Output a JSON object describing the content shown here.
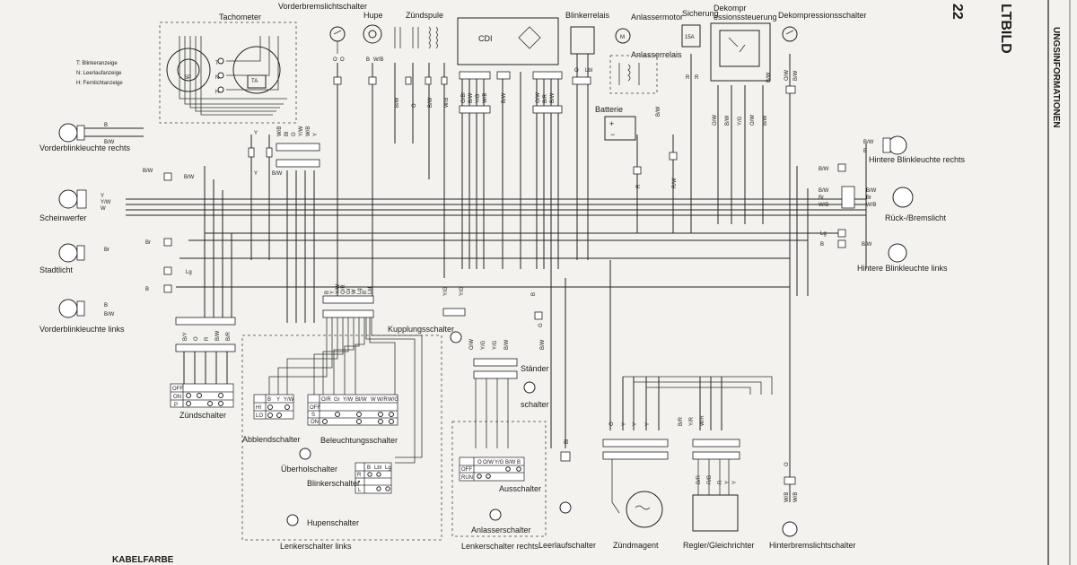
{
  "page": {
    "title_fragment": "LTBILD",
    "page_number": "22",
    "side_header": "UNGSINFORMATIONEN",
    "footer_heading": "KABELFARBE"
  },
  "components": {
    "tachometer": "Tachometer",
    "vorderbremslichtschalter": "Vorderbremslichtschalter",
    "hupe": "Hupe",
    "zuendspule": "Zündspule",
    "blinkerrelais": "Blinkerrelais",
    "anlassermotor": "Anlassermotor",
    "sicherung": "Sicherung",
    "dekompr_steuerung": [
      "Dekompr",
      "essionssteuerung"
    ],
    "dekompressionsschalter": "Dekompressionsschalter",
    "anlasserrelais": "Anlasserrelais",
    "batterie": "Batterie",
    "cdi": "CDI",
    "fuse_rating": "15A",
    "vorderblinkleuchte_rechts": "Vorderblinkleuchte rechts",
    "scheinwerfer": "Scheinwerfer",
    "stadtlicht": "Stadtlicht",
    "vorderblinkleuchte_links": "Vorderblinkleuchte links",
    "hintere_blinkleuchte_rechts": "Hintere Blinkleuchte rechts",
    "rueck_bremslicht": "Rück-/Bremslicht",
    "hintere_blinkleuchte_links": "Hintere Blinkleuchte links",
    "kupplungsschalter": "Kupplungsschalter",
    "staenderschalter": [
      "Ständer",
      "schalter"
    ],
    "zuendschalter": "Zündschalter",
    "abblendschalter": "Abblendschalter",
    "beleuchtungsschalter": "Beleuchtungsschalter",
    "ueberholschalter": "Überholschalter",
    "blinkerschalter": "Blinkerschalter",
    "hupenschalter": "Hupenschalter",
    "lenkerschalter_links": "Lenkerschalter links",
    "ausschalter": "Ausschalter",
    "anlasserschalter": "Anlasserschalter",
    "lenkerschalter_rechts": "Lenkerschalter rechts",
    "leerlaufschalter": "Leerlaufschalter",
    "zuendmagent": "Zündmagent",
    "regler": "Regler/Gleichrichter",
    "hinterbremslichtschalter": "Hinterbremslichtschalter"
  },
  "legend": {
    "items": [
      "T:  Blinkeranzeige",
      "N:  Leerlaufanzeige",
      "H:  Fernlichtanzeige"
    ]
  },
  "gauge_marks": {
    "sp": "SP",
    "ta": "TA",
    "t": "T",
    "n": "N",
    "h": "H"
  },
  "switch_tables": {
    "zuend": {
      "rows": [
        "OFF",
        "ON",
        "P"
      ]
    },
    "abblend": {
      "cols": [
        "B",
        "Y",
        "Y/W"
      ],
      "rows": [
        "HI",
        "LO"
      ]
    },
    "beleucht": {
      "cols": [
        "O/R",
        "Gr",
        "Y/W",
        "Bl/W",
        "W",
        "W/R",
        "W/G"
      ],
      "rows": [
        "OFF",
        "S",
        "ON"
      ]
    },
    "blinker": {
      "cols": [
        "B",
        "Lbl",
        "Lg"
      ],
      "rows": [
        "R",
        "•",
        "L"
      ]
    },
    "aus": {
      "cols": [
        "O",
        "O/W",
        "Y/G",
        "B/W",
        "B"
      ],
      "rows": [
        "OFF",
        "RUN"
      ]
    }
  },
  "wire_labels": {
    "front_r": [
      "B",
      "B/W"
    ],
    "front_r_join": "B/W",
    "head": [
      "Y",
      "Y/W",
      "W"
    ],
    "stadt": [
      "Br",
      "Br"
    ],
    "lg_mid": "Lg",
    "front_l": [
      "B",
      "B/W"
    ],
    "front_l_join": "B",
    "rear_r": [
      "B/W",
      "B"
    ],
    "rear_r_join": "B/W",
    "tail": [
      "B/W",
      "Br",
      "W/B"
    ],
    "tail_out": [
      "B/W",
      "Br",
      "W/B"
    ],
    "rear_l_join": "Lg",
    "rear_l": [
      "B",
      "B/W"
    ],
    "tach_col": [
      "Y",
      "Y",
      "B/W"
    ],
    "harness_top": [
      "W/B",
      "Bl",
      "O",
      "Y/W",
      "W/B",
      "Y"
    ],
    "brake_front": [
      "O",
      "O"
    ],
    "horn": [
      "B",
      "W/B"
    ],
    "coil": [
      "B/W",
      "O",
      "B/W",
      "W/B"
    ],
    "cdi_pins": [
      "O/Bl",
      "B/W",
      "Y/G",
      "W/B",
      "B/W",
      "O/W",
      "B/R",
      "B/W"
    ],
    "relay": [
      "O",
      "Lbl"
    ],
    "battery": [
      "R",
      "B/W",
      "R/W"
    ],
    "fuse": [
      "R",
      "R"
    ],
    "dekomp": [
      "O/W",
      "B/W",
      "Y/G",
      "O/W",
      "B/W",
      "B/W"
    ],
    "dekomp_sw": [
      "O/W",
      "B/W"
    ],
    "lenker_l_top": [
      "B",
      "Y",
      "Y/W",
      "O/R",
      "Gr",
      "W",
      "Lg",
      "B",
      "Lbl"
    ],
    "zuend_cols": [
      "B/Y",
      "O",
      "R",
      "B/W",
      "B/R"
    ],
    "clutch": [
      "Y/G",
      "Y/G"
    ],
    "stand": [
      "B",
      "G",
      "B/W"
    ],
    "lenker_r": [
      "O/W",
      "Y/G",
      "Y/G",
      "B/W"
    ],
    "neutral": "Bl",
    "magneto": [
      "O",
      "Y",
      "Y",
      "Y",
      "B/R",
      "Y/R",
      "W/R"
    ],
    "regler": [
      "B/R",
      "R/B",
      "R",
      "Y",
      "Y"
    ],
    "rear_brake": [
      "O",
      "W/B",
      "W/B"
    ]
  }
}
